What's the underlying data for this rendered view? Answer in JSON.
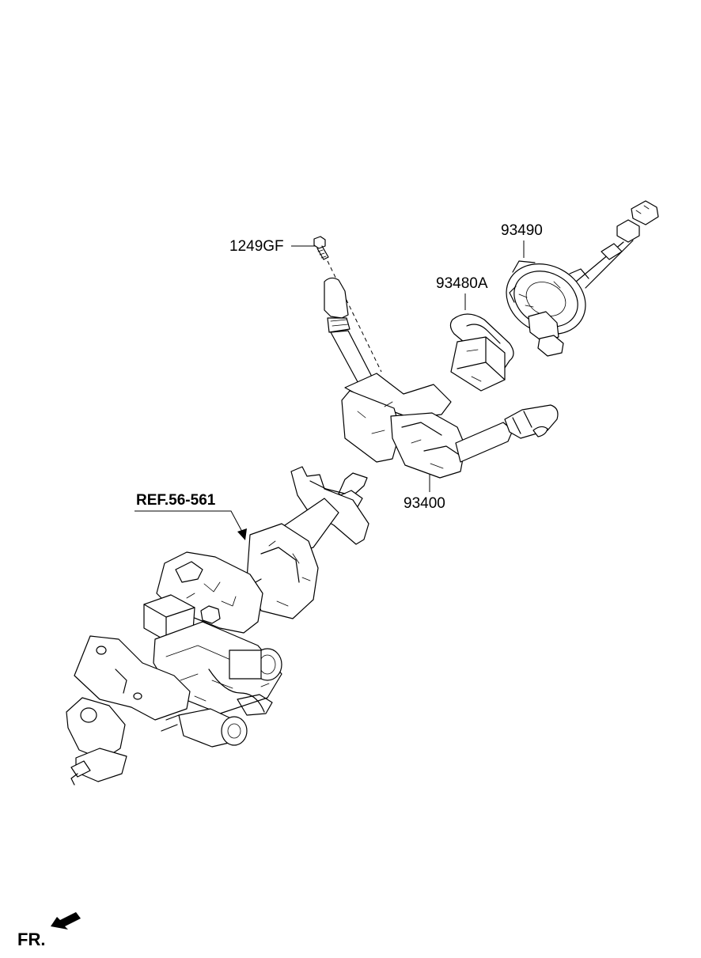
{
  "labels": {
    "bolt": "1249GF",
    "clock_spring": "93490",
    "ring": "93480A",
    "switch": "93400",
    "ref": "REF.56-561",
    "front": "FR."
  }
}
